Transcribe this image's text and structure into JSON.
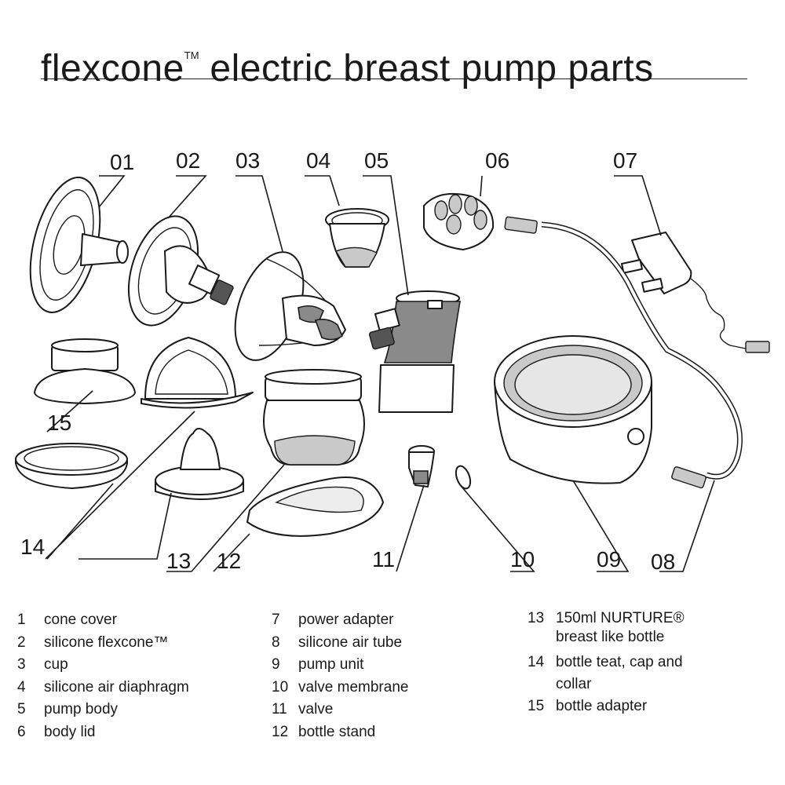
{
  "title": {
    "main": "flexcone",
    "tm": "TM",
    "rest": " electric breast pump parts"
  },
  "callouts": [
    {
      "id": "01",
      "label": "01"
    },
    {
      "id": "02",
      "label": "02"
    },
    {
      "id": "03",
      "label": "03"
    },
    {
      "id": "04",
      "label": "04"
    },
    {
      "id": "05",
      "label": "05"
    },
    {
      "id": "06",
      "label": "06"
    },
    {
      "id": "07",
      "label": "07"
    },
    {
      "id": "08",
      "label": "08"
    },
    {
      "id": "09",
      "label": "09"
    },
    {
      "id": "10",
      "label": "10"
    },
    {
      "id": "11",
      "label": "11"
    },
    {
      "id": "12",
      "label": "12"
    },
    {
      "id": "13",
      "label": "13"
    },
    {
      "id": "14",
      "label": "14"
    },
    {
      "id": "15",
      "label": "15"
    }
  ],
  "parts_legend": {
    "column1": [
      {
        "num": "1",
        "name": "cone cover"
      },
      {
        "num": "2",
        "name": "silicone flexcone™"
      },
      {
        "num": "3",
        "name": "cup"
      },
      {
        "num": "4",
        "name": "silicone air diaphragm"
      },
      {
        "num": "5",
        "name": "pump body"
      },
      {
        "num": "6",
        "name": "body lid"
      }
    ],
    "column2": [
      {
        "num": "7",
        "name": "power adapter"
      },
      {
        "num": "8",
        "name": "silicone air tube"
      },
      {
        "num": "9",
        "name": "pump unit"
      },
      {
        "num": "10",
        "name": "valve membrane"
      },
      {
        "num": "11",
        "name": "valve"
      },
      {
        "num": "12",
        "name": "bottle stand"
      }
    ],
    "column3": [
      {
        "num": "13",
        "name": "150ml NURTURE® breast like bottle"
      },
      {
        "num": "14",
        "name": "bottle teat, cap and collar"
      },
      {
        "num": "15",
        "name": "bottle adapter"
      }
    ]
  }
}
